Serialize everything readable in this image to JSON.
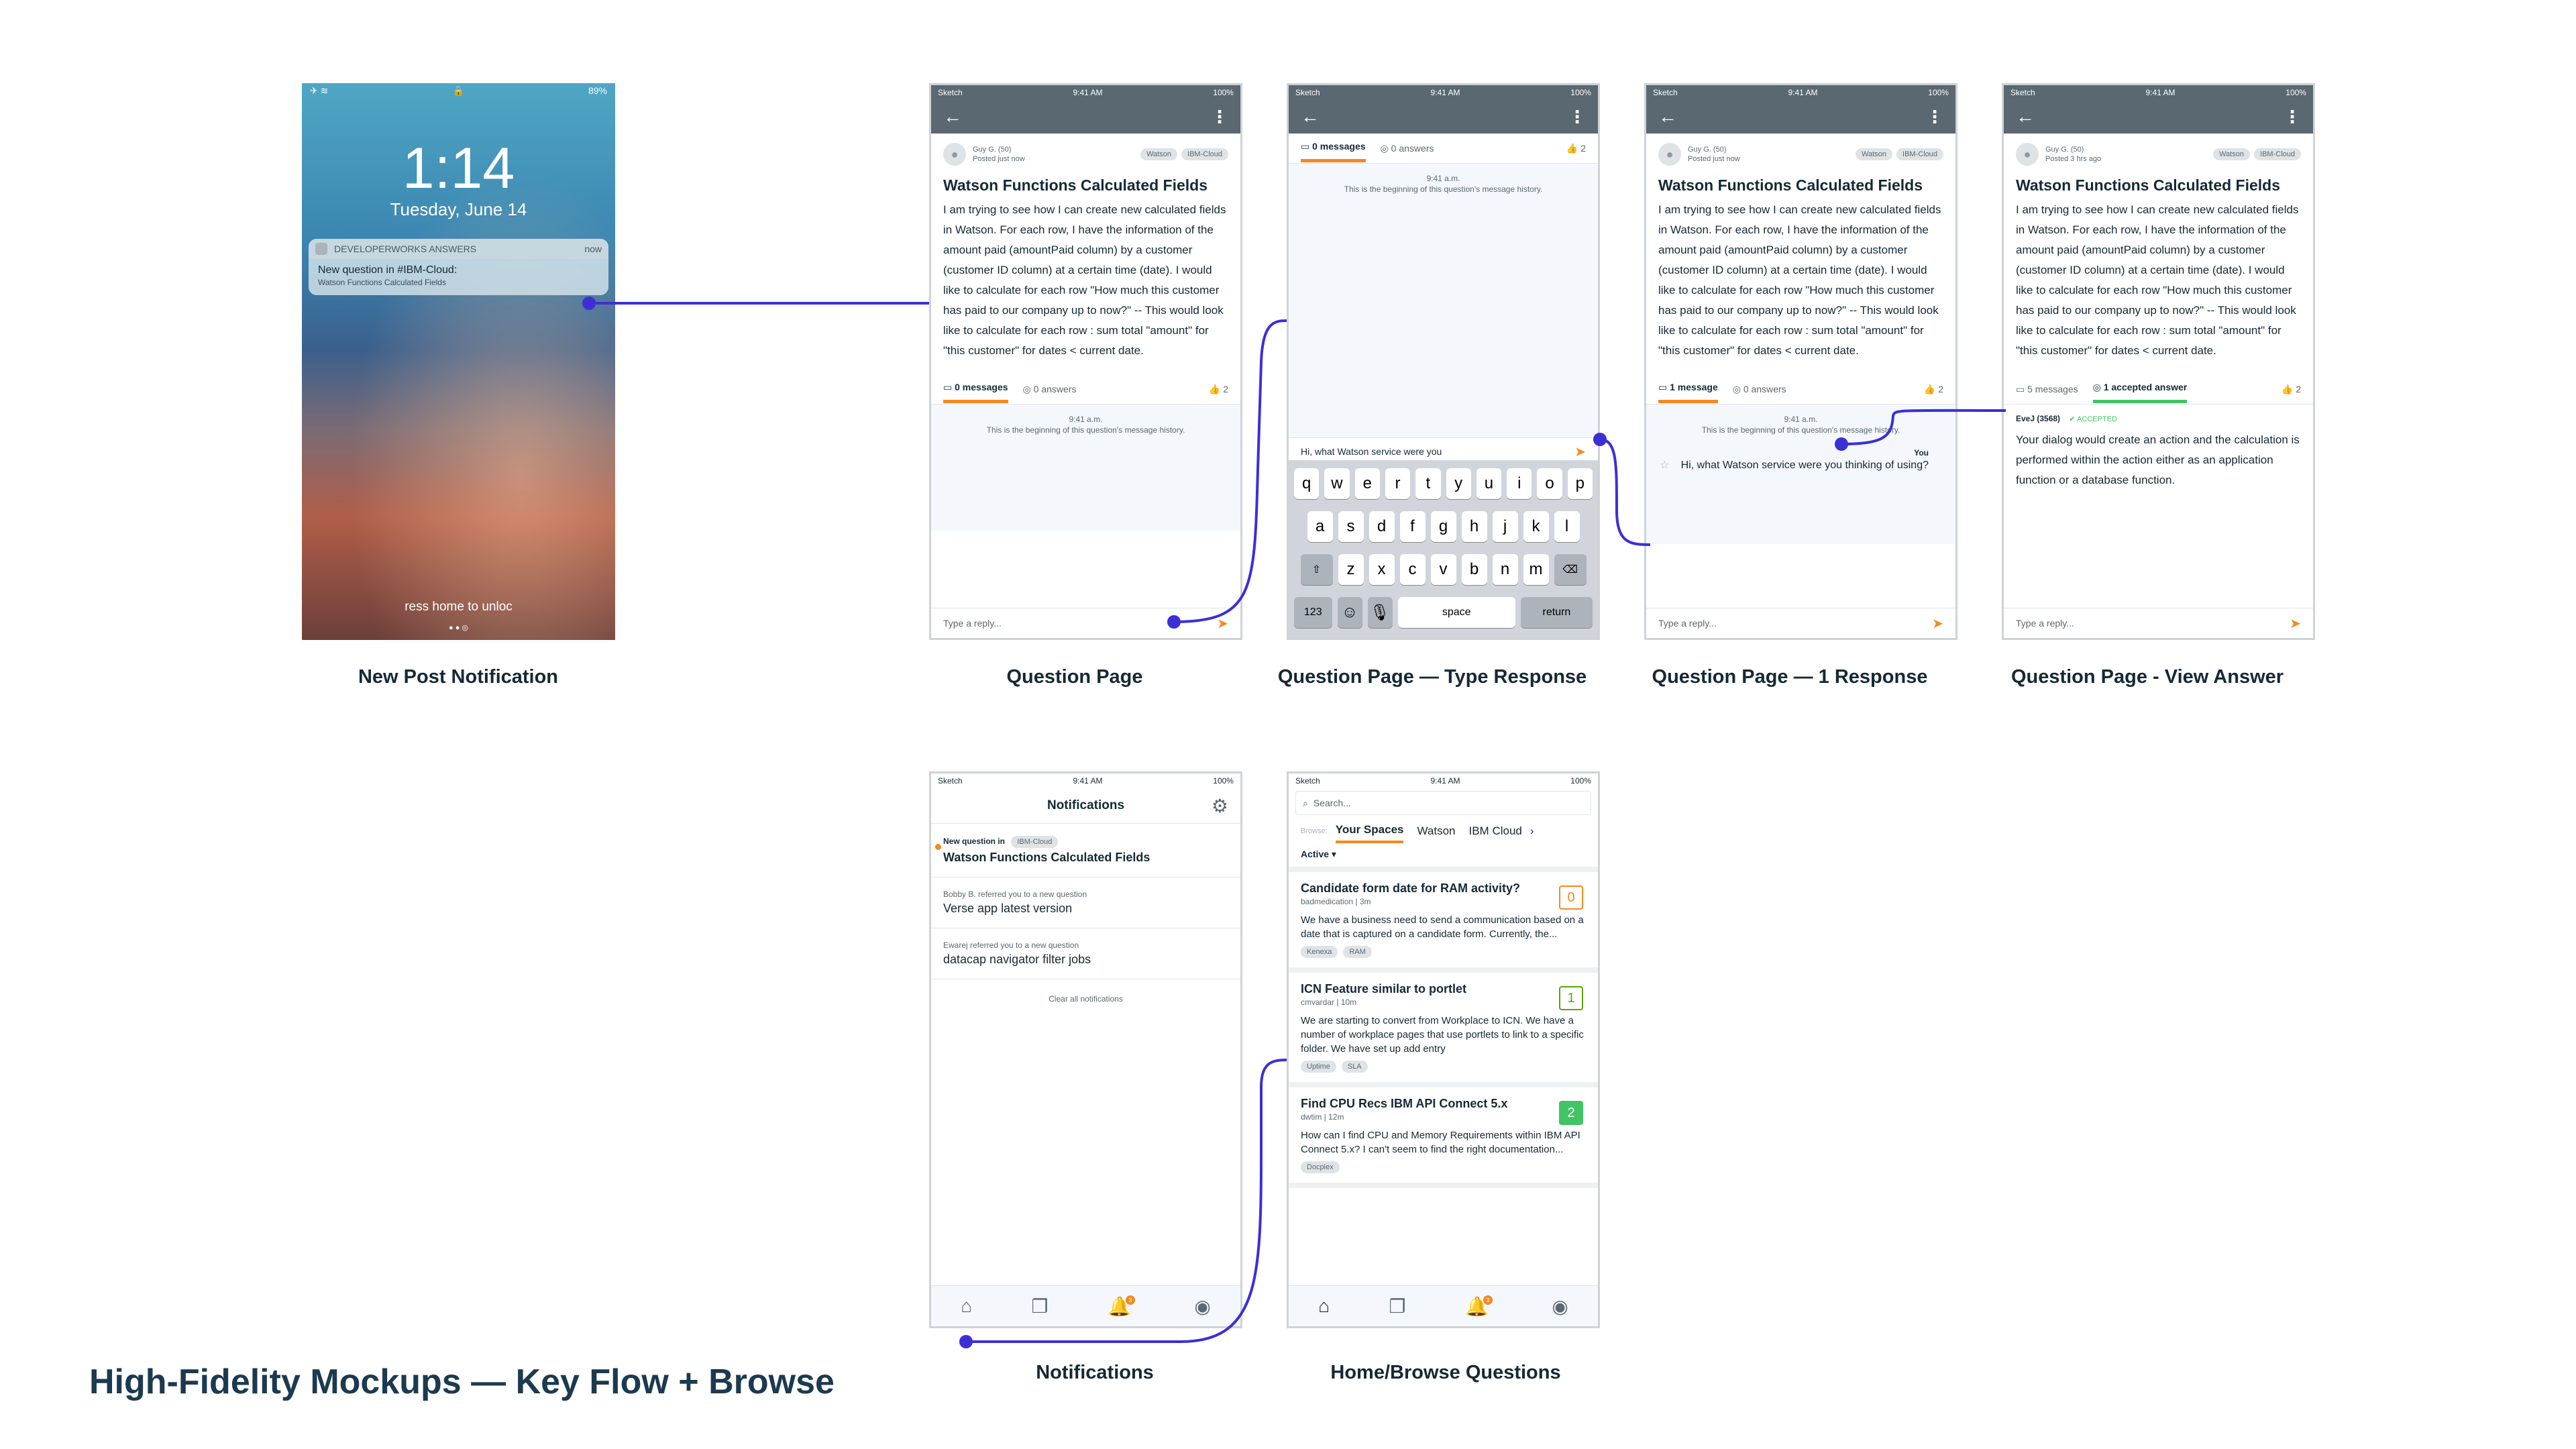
{
  "page_title": "High-Fidelity Mockups — Key Flow + Browse",
  "captions": {
    "lock": "New Post Notification",
    "question": "Question Page",
    "type": "Question Page — Type Response",
    "one": "Question Page — 1 Response",
    "answer": "Question Page - View Answer",
    "notif": "Notifications",
    "browse": "Home/Browse Questions"
  },
  "status": {
    "carrier": "Sketch",
    "time": "9:41 AM",
    "battery": "100%",
    "lock_battery": "89%"
  },
  "lock": {
    "time": "1:14",
    "date": "Tuesday, June 14",
    "app": "DEVELOPERWORKS ANSWERS",
    "when": "now",
    "title": "New question in #IBM-Cloud:",
    "body": "Watson Functions Calculated Fields",
    "unlock": "ress home to unloc"
  },
  "question": {
    "author": "Guy G. (50)",
    "posted_now": "Posted just now",
    "posted_ago": "Posted 3 hrs ago",
    "tags": [
      "Watson",
      "IBM-Cloud"
    ],
    "title": "Watson Functions Calculated Fields",
    "body": "I am trying to see how I can create new calculated fields in Watson. For each row, I have the information of the amount paid (amountPaid column) by a customer (customer ID column) at a certain time (date). I would like to calculate for each row \"How much this customer has paid to our company up to now?\" -- This would look like to calculate for each row : sum total \"amount\" for \"this customer\" for dates < current date.",
    "msgs0": "0 messages",
    "msgs1": "1 message",
    "msgs5": "5 messages",
    "answers0": "0 answers",
    "accepted": "1 accepted answer",
    "likes": "2",
    "history_time": "9:41 a.m.",
    "history_text": "This is the beginning of this question's message history.",
    "reply_placeholder": "Type a reply...",
    "typed": "Hi, what Watson service were you",
    "you": "You",
    "reply_text": "Hi, what Watson service were you thinking of using?",
    "answerer": "EveJ (3568)",
    "accepted_label": "ACCEPTED",
    "answer_text": "Your dialog would create an action and the calculation is performed within the action either as an application function or a database function."
  },
  "keyboard": {
    "row1": [
      "q",
      "w",
      "e",
      "r",
      "t",
      "y",
      "u",
      "i",
      "o",
      "p"
    ],
    "row2": [
      "a",
      "s",
      "d",
      "f",
      "g",
      "h",
      "j",
      "k",
      "l"
    ],
    "row3": [
      "z",
      "x",
      "c",
      "v",
      "b",
      "n",
      "m"
    ],
    "num": "123",
    "space": "space",
    "return": "return"
  },
  "notifications": {
    "title": "Notifications",
    "items": [
      {
        "meta": "New question in",
        "tag": "IBM-Cloud",
        "title": "Watson Functions Calculated Fields"
      },
      {
        "meta": "Bobby B. referred you to a new question",
        "title": "Verse app latest version"
      },
      {
        "meta": "Ewarej referred you to a new question",
        "title": "datacap navigator filter jobs"
      }
    ],
    "clear": "Clear all notifications",
    "badge": "3"
  },
  "browse": {
    "search_placeholder": "Search...",
    "browse_label": "Browse:",
    "tabs": [
      "Your Spaces",
      "Watson",
      "IBM Cloud"
    ],
    "filter": "Active",
    "questions": [
      {
        "title": "Candidate form date for RAM activity?",
        "meta": "badmedication | 3m",
        "text": "We have a business need to send a communication based on a date that is captured on a candidate form. Currently, the...",
        "tags": [
          "Kenexa",
          "RAM"
        ],
        "count": "0"
      },
      {
        "title": "ICN Feature similar to portlet",
        "meta": "cmvardar | 10m",
        "text": "We are starting to convert from Workplace to ICN. We have a number of workplace pages that use portlets to link to a specific folder. We have set up add entry",
        "tags": [
          "Uptime",
          "SLA"
        ],
        "count": "1"
      },
      {
        "title": "Find CPU Recs IBM API Connect 5.x",
        "meta": "dwtim | 12m",
        "text": "How can I find CPU and Memory Requirements within IBM API Connect 5.x? I can't seem to find the right documentation...",
        "tags": [
          "Docplex"
        ],
        "count": "2"
      }
    ],
    "colors": {
      "orange": "#f4891f",
      "blue": "#5aa700",
      "green": "#42c465"
    }
  },
  "colors": {
    "header": "#5a6872",
    "accent": "#f4891f",
    "connector": "#3c2fd6"
  }
}
